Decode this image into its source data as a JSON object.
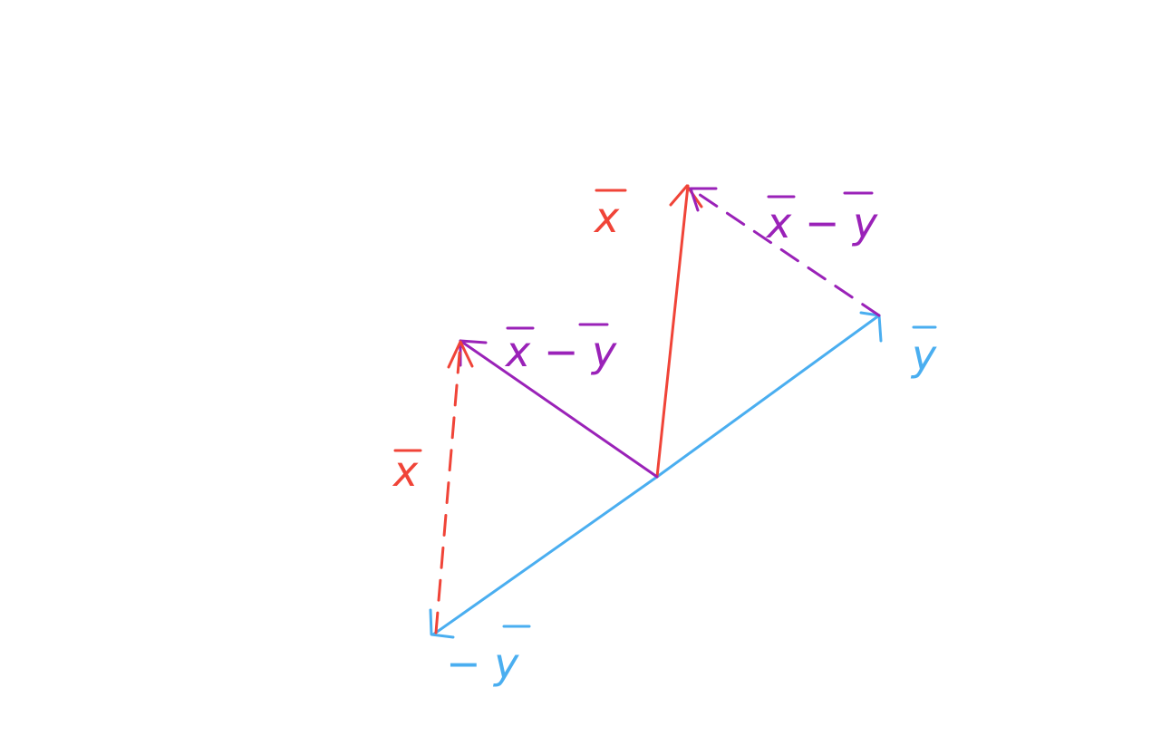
{
  "colors": {
    "x": "#f04438",
    "y": "#4aaef0",
    "diff": "#9a22b8",
    "background": "#ffffff"
  },
  "labels": {
    "x_top": "x",
    "x_left": "x",
    "y_right": "y",
    "minus_y": "− y",
    "diff_top": "x − y",
    "diff_left": "x − y"
  },
  "vectors": [
    {
      "name": "vector-x-from-origin",
      "color_key": "x",
      "style": "solid"
    },
    {
      "name": "vector-y-from-origin",
      "color_key": "y",
      "style": "solid"
    },
    {
      "name": "vector-minus-y-from-origin",
      "color_key": "y",
      "style": "solid"
    },
    {
      "name": "vector-x-minus-y-from-origin",
      "color_key": "diff",
      "style": "solid"
    },
    {
      "name": "vector-x-translated-dashed",
      "color_key": "x",
      "style": "dashed"
    },
    {
      "name": "vector-x-minus-y-translated-dashed",
      "color_key": "diff",
      "style": "dashed"
    }
  ]
}
